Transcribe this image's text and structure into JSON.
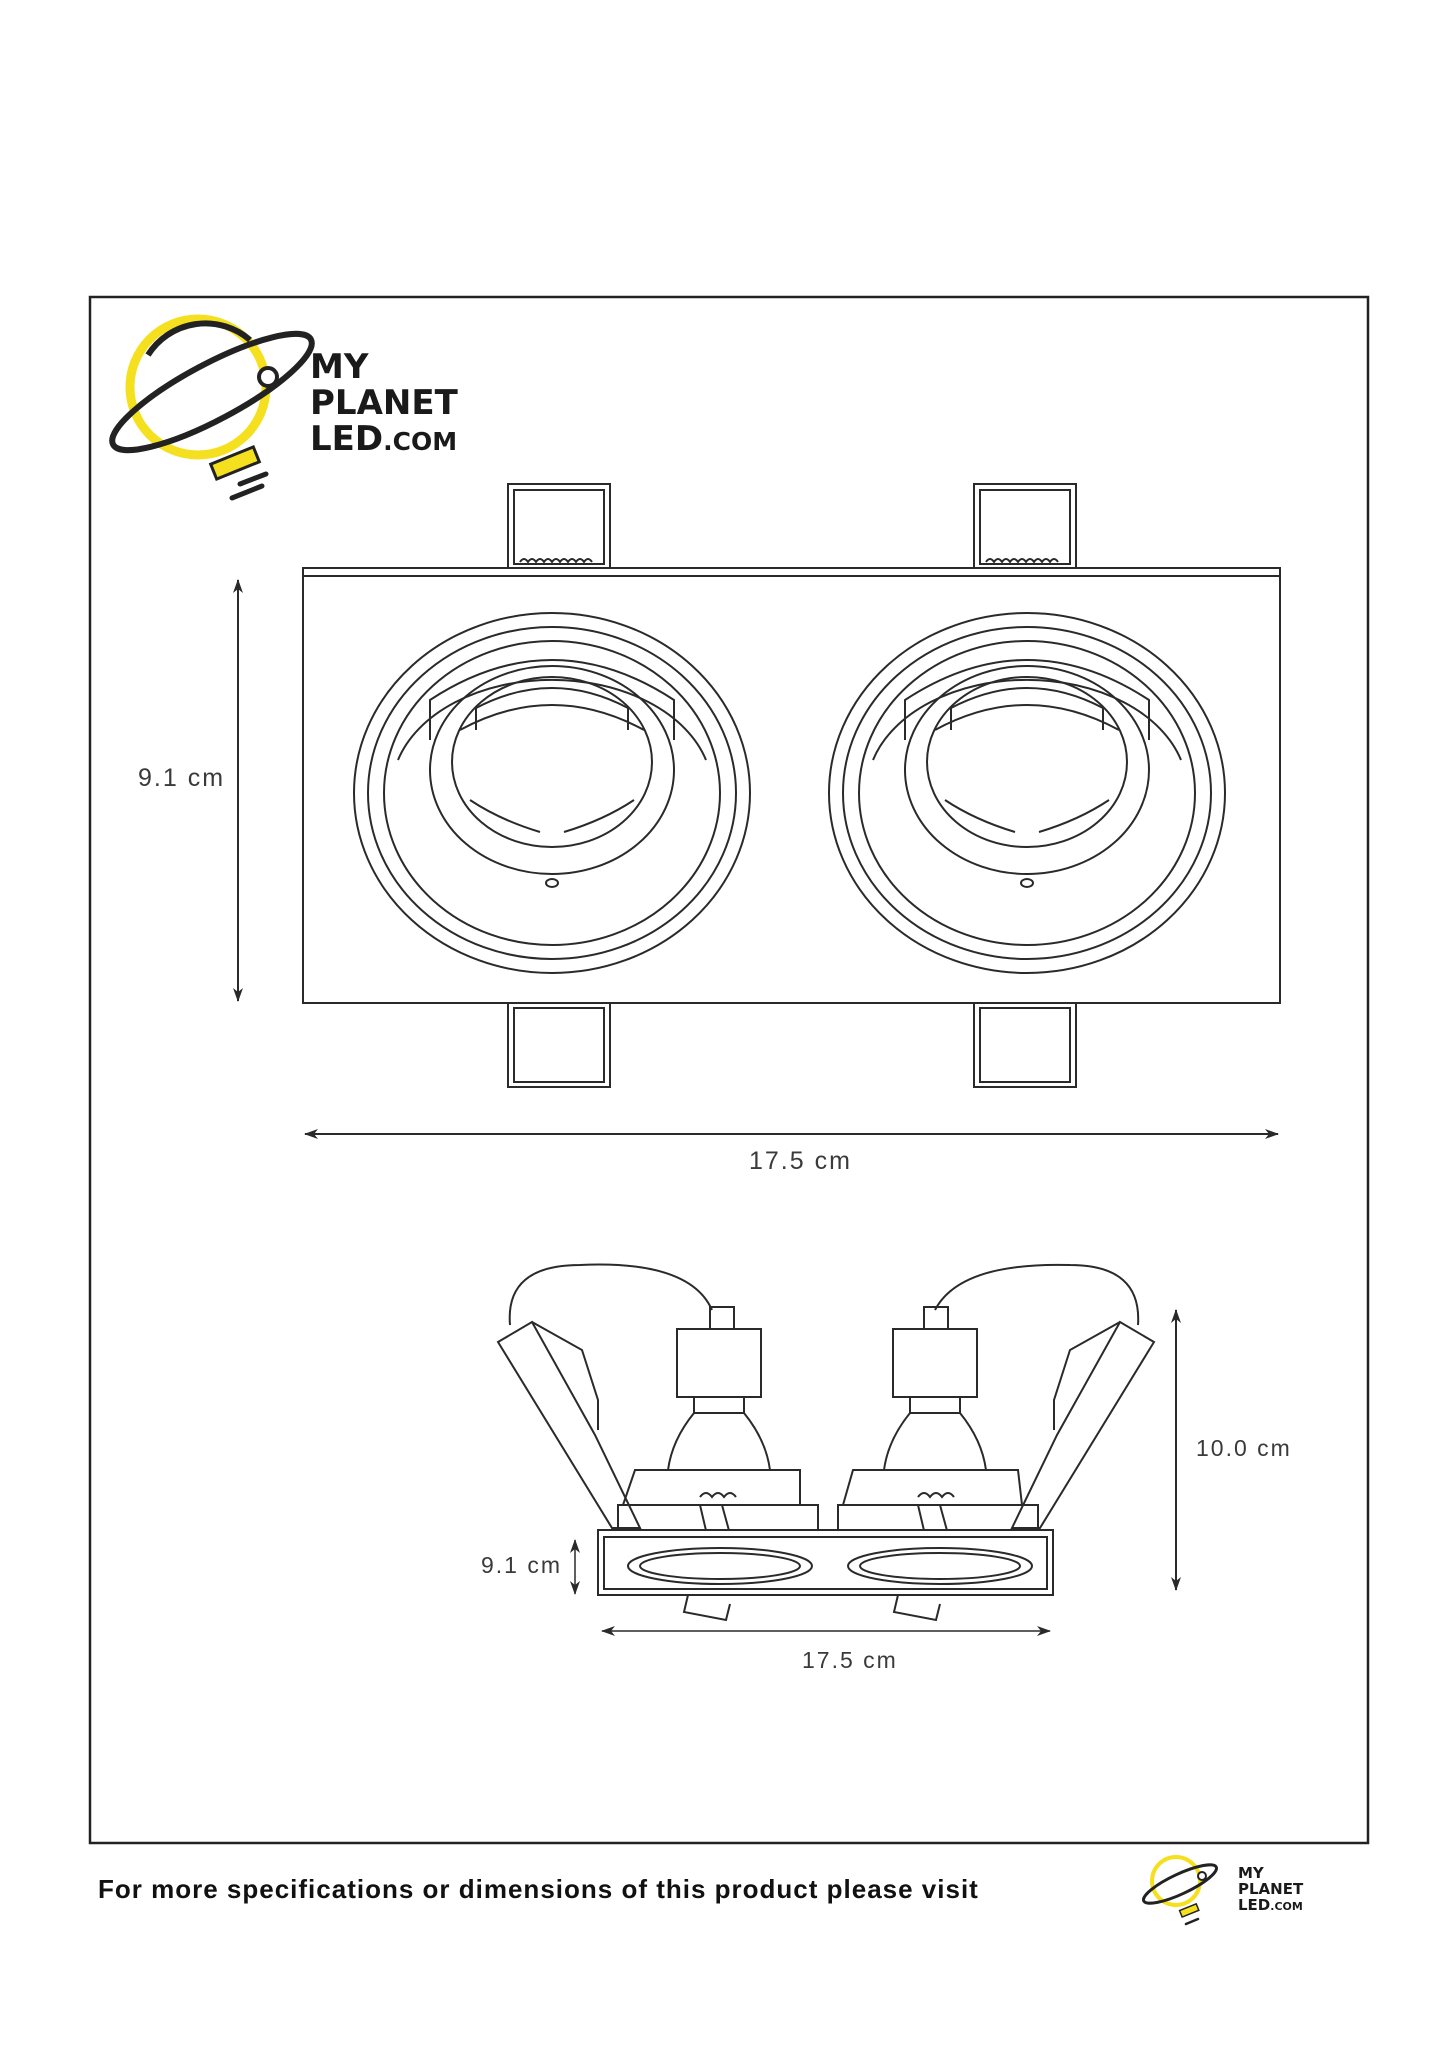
{
  "brand": {
    "line1": "MY",
    "line2": "PLANET",
    "line3_main": "LED",
    "line3_suffix": ".COM"
  },
  "top_view": {
    "height_label": "9.1 cm",
    "width_label": "17.5 cm"
  },
  "side_view": {
    "total_height_label": "10.0 cm",
    "frame_height_label": "9.1 cm",
    "width_label": "17.5 cm"
  },
  "footer": {
    "text": "For more specifications or dimensions of this product please visit"
  },
  "colors": {
    "logo_yellow": "#F5E020",
    "line": "#2a2a2a"
  }
}
